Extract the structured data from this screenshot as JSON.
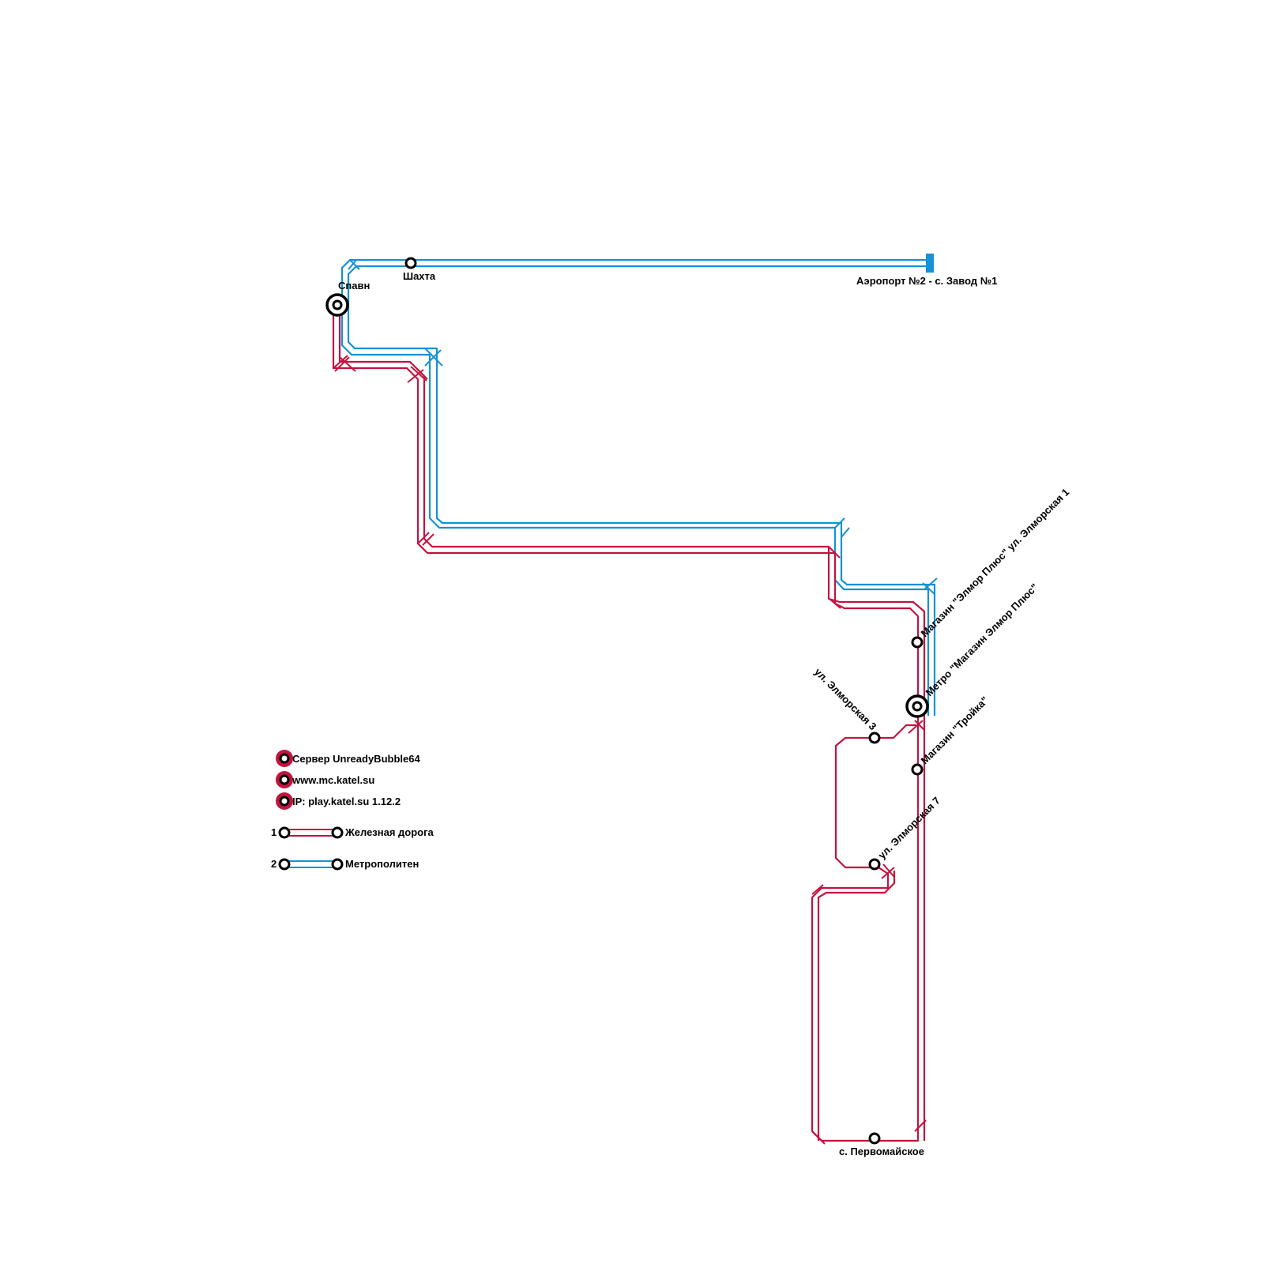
{
  "stations": {
    "spawn": "Спавн",
    "shakhta": "Шахта",
    "airport": "Аэропорт №2 - с. Завод №1",
    "shop_elmor_1": "Магазин \"Элмор Плюс\" ул. Элморская 1",
    "metro_shop": "Метро \"Магазин Элмор Плюс\"",
    "elmorskaya_3": "ул. Элморская 3",
    "troika": "Магазин \"Тройка\"",
    "elmorskaya_7": "ул. Элморская 7",
    "pervomayskoe": "с. Первомайское"
  },
  "info": {
    "server": "Сервер UnreadyBubble64",
    "site": "www.mc.katel.su",
    "ip": "IP: play.katel.su 1.12.2"
  },
  "legend": {
    "line1_number": "1",
    "line1_name": "Железная дорога",
    "line2_number": "2",
    "line2_name": "Метрополитен"
  },
  "colors": {
    "railway": "#c3133f",
    "metro": "#1591d4"
  }
}
